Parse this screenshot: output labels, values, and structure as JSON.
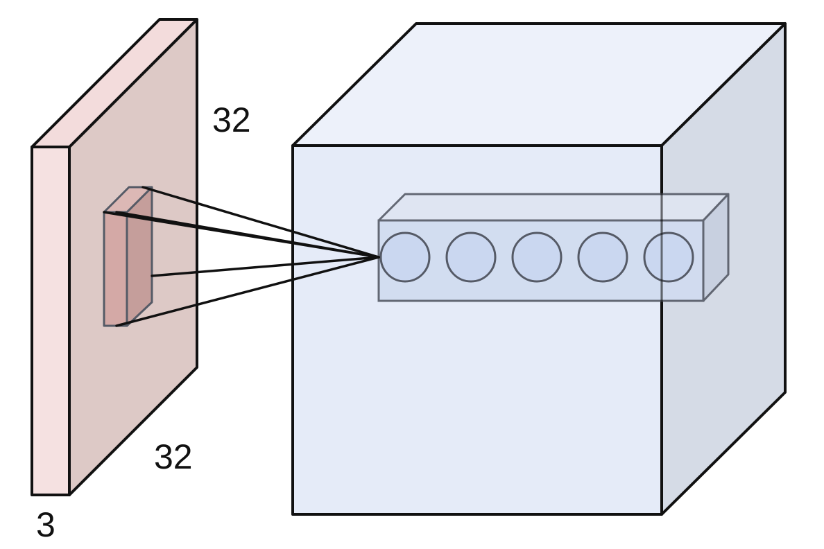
{
  "input_volume": {
    "width_label": "32",
    "height_label": "32",
    "depth_label": "3",
    "colors": {
      "front": "#f5e1e1",
      "side": "#ddc9c6",
      "top": "#f3dcdc"
    }
  },
  "receptive_field": {
    "colors": {
      "front": "#d4a9a6",
      "side": "#c59e9b",
      "top": "#dcb8b5"
    }
  },
  "output_volume": {
    "colors": {
      "front": "#e5ebf8",
      "side": "#d5dbe6",
      "top": "#edf1fa"
    }
  },
  "neuron_column": {
    "neuron_count": 5,
    "colors": {
      "box_front": "#d1dcf0",
      "box_top": "#dfe5f2",
      "box_side": "#c7cfe0",
      "neuron_fill": "#c9d6f0",
      "neuron_stroke": "#555a66"
    }
  },
  "connections": {
    "count": 5,
    "color": "#111111"
  }
}
